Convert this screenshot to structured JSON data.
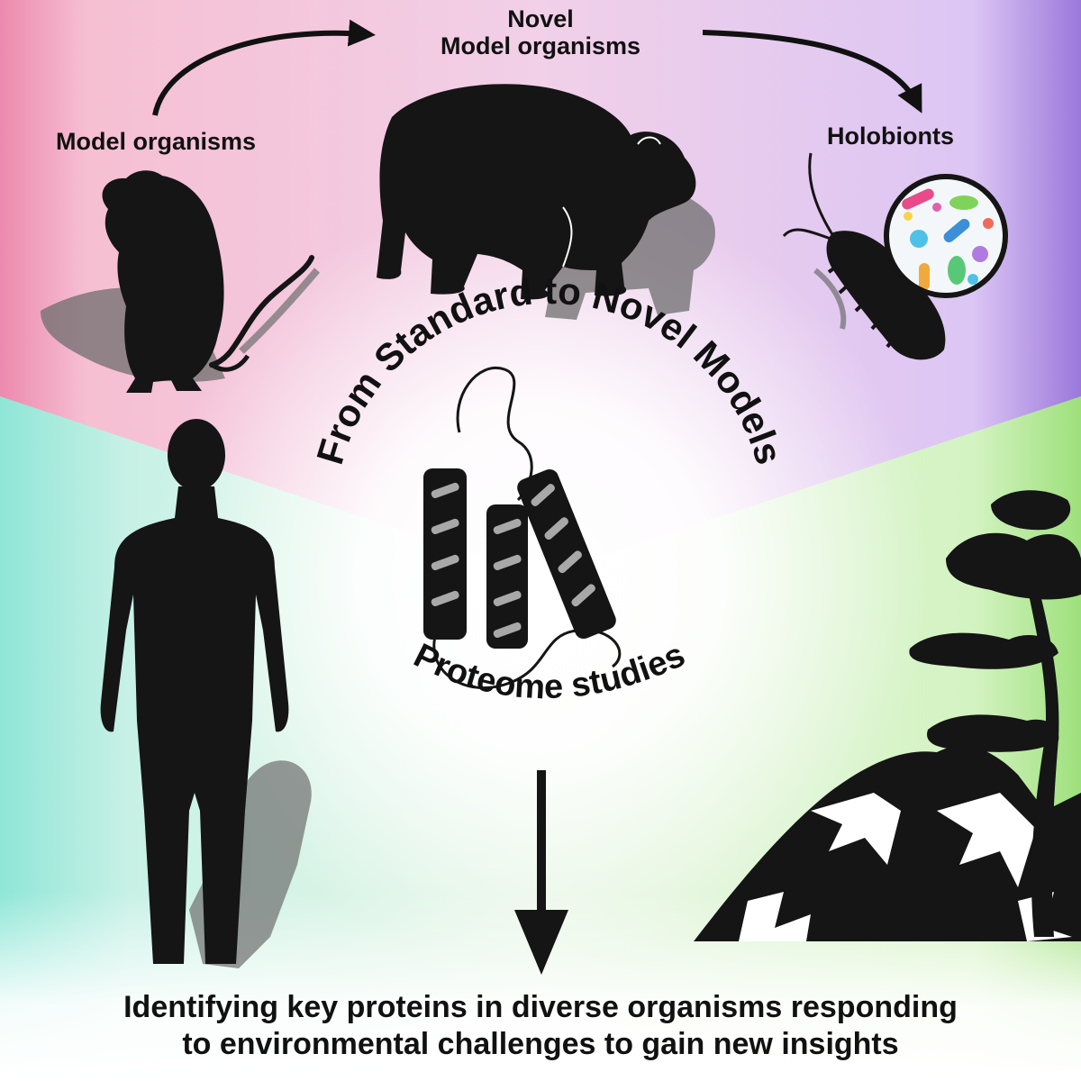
{
  "labels": {
    "model_organisms": "Model organisms",
    "novel_line1": "Novel",
    "novel_line2": "Model organisms",
    "holobionts": "Holobionts",
    "arc_top": "From Standard to Novel Models",
    "arc_bottom": "Proteome studies",
    "caption_line1": "Identifying key proteins in diverse organisms responding",
    "caption_line2": "to environmental challenges to gain new insights"
  },
  "colors": {
    "top_left": "#f0a6c2",
    "top_right": "#c7a6ee",
    "bottom_left": "#a9ecdc",
    "bottom_right": "#bff0a4",
    "center_glow": "#ffffff",
    "silhouette": "#151515",
    "shadow": "#6e6e6e"
  },
  "icons": [
    "mouse-icon",
    "bear-icon",
    "shrimp-icon",
    "microbe-lens-icon",
    "human-icon",
    "tree-icon",
    "mountain-icon",
    "protein-helix-icon"
  ]
}
